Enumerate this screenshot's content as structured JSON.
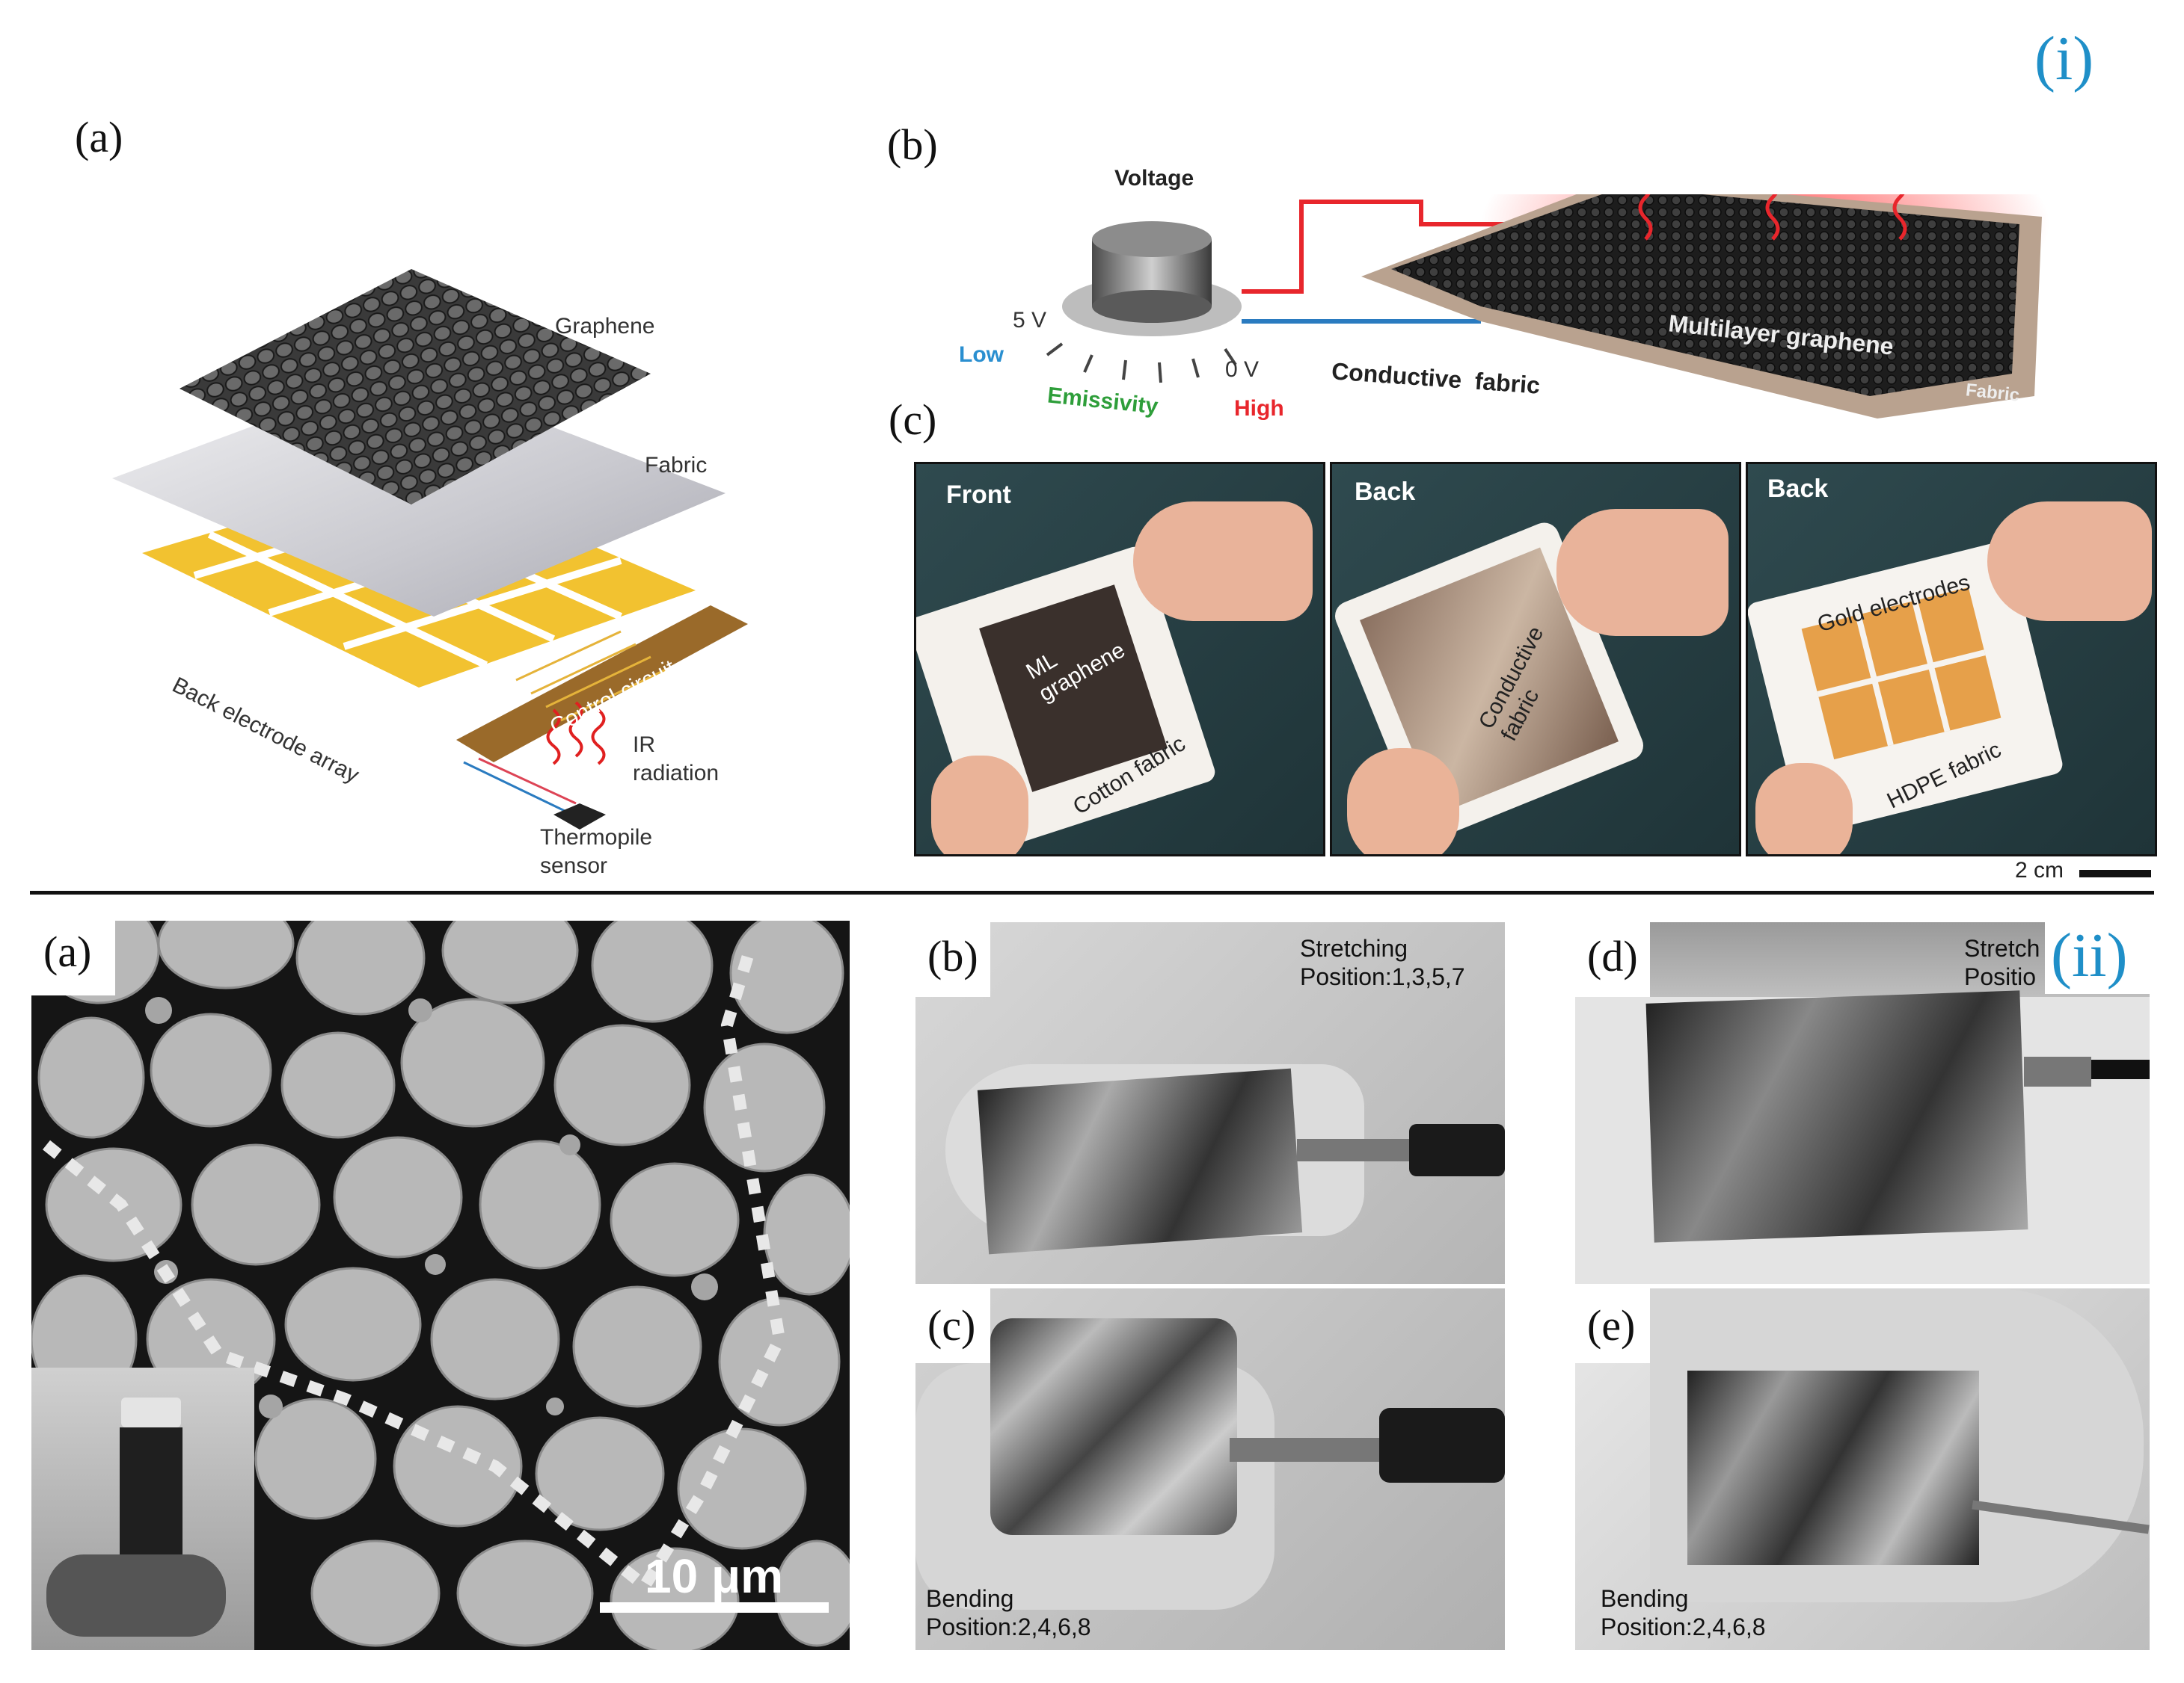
{
  "roman": {
    "top": "(i)",
    "bottom": "(ii)"
  },
  "top": {
    "a": {
      "label": "(a)",
      "graphene": "Graphene",
      "fabric": "Fabric",
      "back_electrode": "Back electrode array",
      "control_circuit": "Control circuit",
      "ir": "IR",
      "radiation": "radiation",
      "thermopile": "Thermopile",
      "sensor": "sensor"
    },
    "b": {
      "label": "(b)",
      "voltage": "Voltage",
      "five_v": "5 V",
      "zero_v": "0 V",
      "low": "Low",
      "high": "High",
      "emissivity": "Emissivity",
      "conductive_fabric": "Conductive  fabric",
      "multilayer": "Multilayer graphene",
      "fabric": "Fabric",
      "colors": {
        "low": "#2a8fd0",
        "high": "#e8262c",
        "emissivity": "#2e9e3a"
      }
    },
    "c": {
      "label": "(c)",
      "photos": [
        {
          "tag": "Front",
          "inner": "ML\ngraphene",
          "outer": "Cotton fabric"
        },
        {
          "tag": "Back",
          "inner": "Conductive\nfabric",
          "outer": ""
        },
        {
          "tag": "Back",
          "inner": "Gold electrodes",
          "outer": "HDPE fabric"
        }
      ],
      "scale": "2 cm"
    }
  },
  "bottom": {
    "a": {
      "label": "(a)",
      "scale": "10 μm"
    },
    "b": {
      "label": "(b)",
      "caption": "Stretching\nPosition:1,3,5,7"
    },
    "c": {
      "label": "(c)",
      "caption": "Bending\nPosition:2,4,6,8"
    },
    "d": {
      "label": "(d)",
      "caption": "Stretch\nPositio"
    },
    "e": {
      "label": "(e)",
      "caption": "Bending\nPosition:2,4,6,8"
    }
  }
}
